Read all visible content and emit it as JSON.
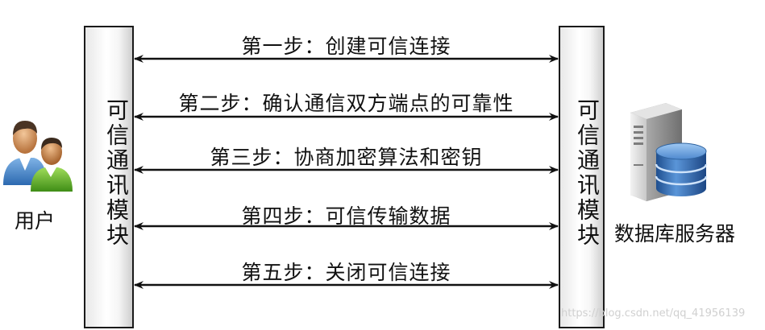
{
  "user": {
    "label": "用户"
  },
  "left_module": {
    "label": "可信通讯模块"
  },
  "right_module": {
    "label": "可信通讯模块"
  },
  "server": {
    "label": "数据库服务器"
  },
  "steps": [
    {
      "label": "第一步：创建可信连接"
    },
    {
      "label": "第二步：确认通信双方端点的可靠性"
    },
    {
      "label": "第三步：协商加密算法和密钥"
    },
    {
      "label": "第四步：可信传输数据"
    },
    {
      "label": "第五步：关闭可信连接"
    }
  ],
  "watermark": "https://blog.csdn.net/qq_41956139"
}
